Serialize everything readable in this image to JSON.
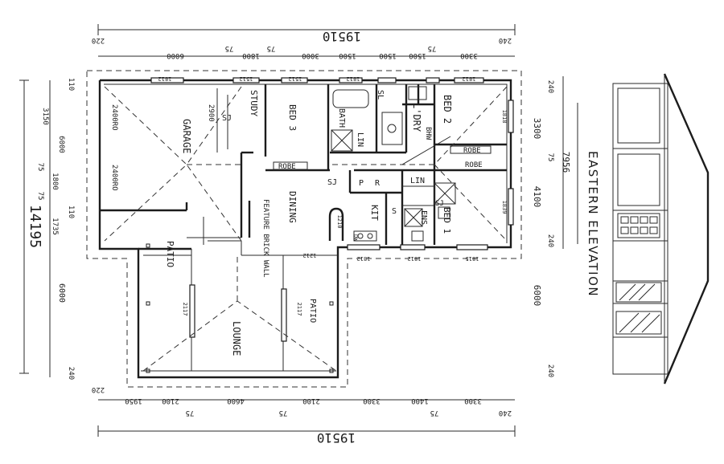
{
  "drawing": {
    "overall_width": "19510",
    "overall_depth": "14195",
    "top_dims": [
      "220",
      "6000",
      "75",
      "1800",
      "75",
      "3000",
      "1500",
      "1500",
      "1500",
      "75",
      "3300",
      "240"
    ],
    "bottom_dims": [
      "220",
      "1950",
      "2100",
      "75",
      "4600",
      "75",
      "2100",
      "3300",
      "1400",
      "75",
      "3300",
      "240"
    ],
    "left_dims": [
      "110",
      "3150",
      "6000",
      "75",
      "1800",
      "75",
      "1735",
      "110"
    ],
    "right_dims": [
      "240",
      "3300",
      "75",
      "4100",
      "240",
      "6000",
      "240"
    ],
    "right_sub_dim": "7956",
    "rooms": {
      "garage": "GARAGE",
      "study": "STUDY",
      "bed3": "BED 3",
      "bath": "BATH",
      "lin_bath": "LIN",
      "sl_laundry": "SL",
      "ldry": "L'DRY",
      "bed2": "BED 2",
      "bhw": "BHW",
      "robe_bed2a": "ROBE",
      "robe_bed2b": "ROBE",
      "robe_bed3": "ROBE",
      "dining": "DINING",
      "kit": "KIT",
      "pantry_p": "P",
      "r_label": "R",
      "s_label": "S",
      "lin_ens": "LIN",
      "ens": "ENS",
      "bed1": "BED 1",
      "patio_left": "PATIO",
      "patio_right": "PATIO",
      "lounge": "LOUNGE",
      "feature_wall": "FEATURE BRICK WALL",
      "sj_garage": "SJ",
      "sj_dining": "SJ",
      "sj_ens": "SJ",
      "dw": "DW",
      "door_2400_a": "2400RO",
      "door_2400_b": "2400RO",
      "dim_2900": "2900"
    },
    "window_codes": [
      "1812",
      "1512",
      "1512",
      "1812",
      "1818",
      "2117",
      "2117",
      "1212",
      "1815",
      "1812",
      "1812",
      "1812",
      "1839",
      "1210"
    ],
    "elevation_title": "EASTERN ELEVATION"
  }
}
